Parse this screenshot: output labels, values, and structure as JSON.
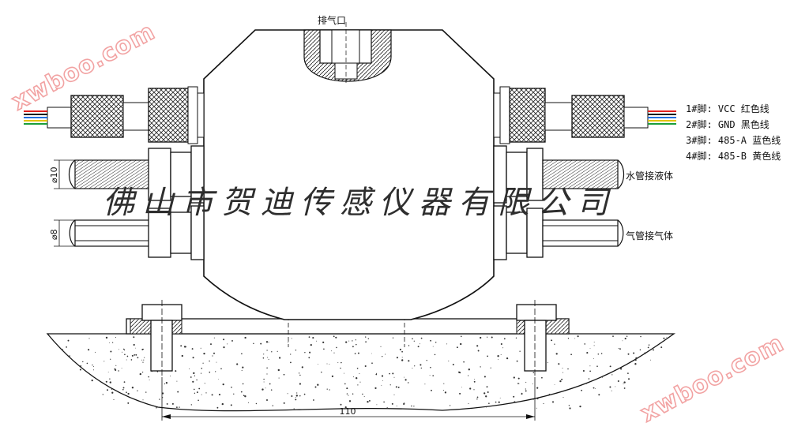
{
  "labels": {
    "exhaust_port": "排气口",
    "water_pipe": "水管接液体",
    "air_pipe": "气管接气体",
    "dim_water_pipe": "⌀10",
    "dim_air_pipe": "⌀8",
    "dim_bolt_spacing": "110"
  },
  "pins": [
    {
      "text": "1#脚: VCC  红色线",
      "wire_color": "#e02020"
    },
    {
      "text": "2#脚: GND  黑色线",
      "wire_color": "#111111"
    },
    {
      "text": "3#脚: 485-A 蓝色线",
      "wire_color": "#1e6ee0"
    },
    {
      "text": "4#脚: 485-B 黄色线",
      "wire_color": "#e0c400"
    }
  ],
  "extra_wire_color": "#1a9e3a",
  "company_name": "佛山市贺迪传感仪器有限公司",
  "watermark": "xwboo.com"
}
